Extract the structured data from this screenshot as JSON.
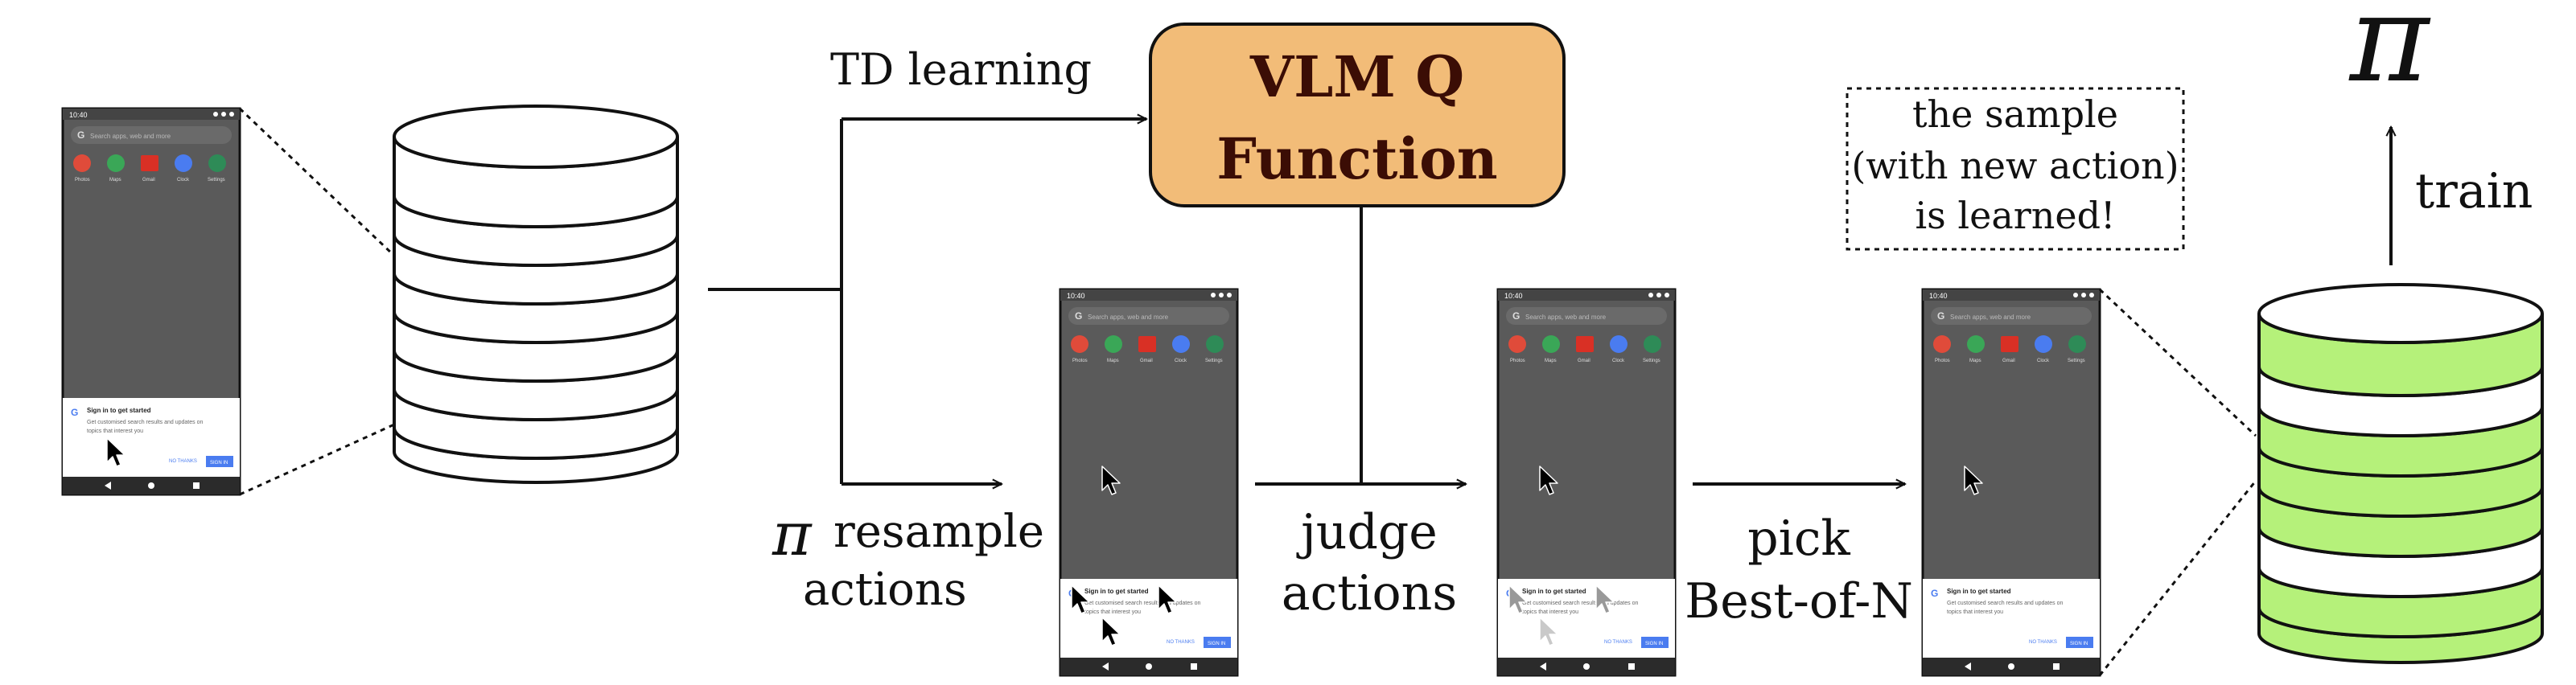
{
  "colors": {
    "q_box_fill": "#F2BC78",
    "q_box_text": "#3B0D05",
    "green_disk": "#B5F17A",
    "phone_bg": "#5A5A5A",
    "phone_nav": "#2B2B2B",
    "sign_in_button": "#4A7CF0",
    "line": "#111111"
  },
  "labels": {
    "td_learning": "TD learning",
    "q_function_line1": "VLM Q",
    "q_function_line2": "Function",
    "pi_symbol": "π",
    "resample_line1": "resample",
    "resample_line2": "actions",
    "judge_line1": "judge",
    "judge_line2": "actions",
    "pick_line1": "pick",
    "pick_line2": "Best-of-N",
    "note_line1": "the sample",
    "note_line2": "(with new action)",
    "note_line3": "is learned!",
    "policy_symbol": "π",
    "train": "train"
  },
  "phone": {
    "time": "10:40",
    "search_placeholder": "Search apps, web and more",
    "apps": [
      {
        "name": "Photos",
        "icon": "photos-icon",
        "color": "#E04B3A"
      },
      {
        "name": "Maps",
        "icon": "maps-icon",
        "color": "#3AA757"
      },
      {
        "name": "Gmail",
        "icon": "gmail-icon",
        "color": "#D93025"
      },
      {
        "name": "Clock",
        "icon": "clock-icon",
        "color": "#4A7CF0"
      },
      {
        "name": "Settings",
        "icon": "settings-icon",
        "color": "#2E8B57"
      }
    ],
    "dialog_title": "Sign in to get started",
    "dialog_body_line1": "Get customised search results and updates on",
    "dialog_body_line2": "topics that interest you",
    "no_thanks": "NO THANKS",
    "sign_in": "SIGN IN"
  }
}
